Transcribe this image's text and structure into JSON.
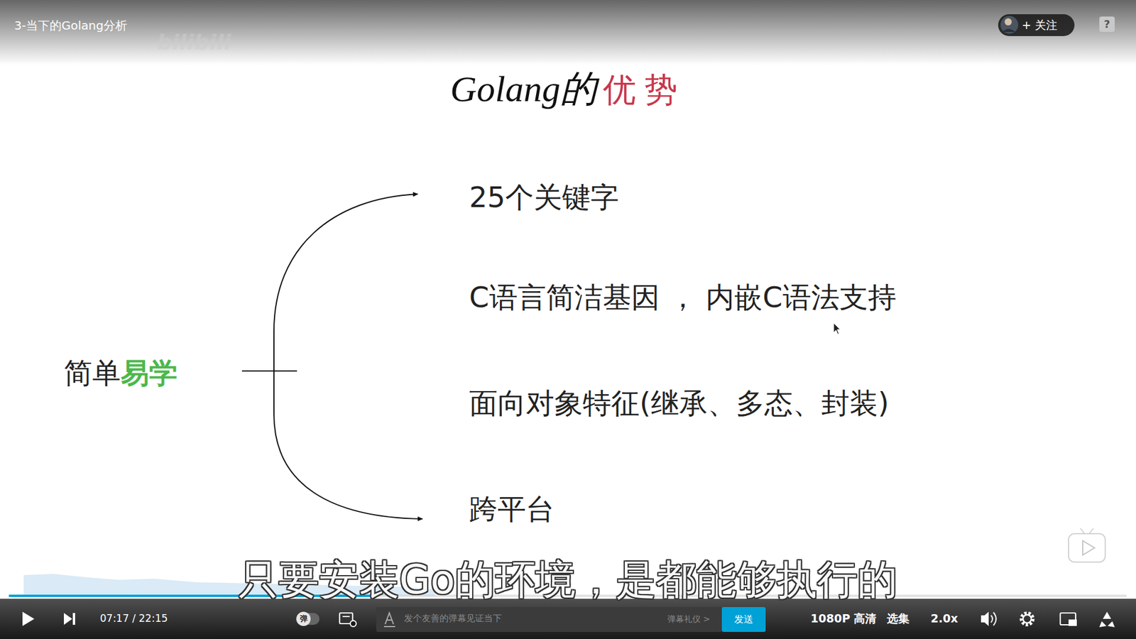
{
  "diagram": {
    "title": "Golang的",
    "labels": [
      "优势",
      "简单",
      "易学",
      "25个关键字",
      "C语言简洁基因 ， 内嵌C语法支持",
      "面向对象特征(继承、多态、封装)",
      "跨平台",
      "3-当下的Golang分析",
      "bilibili",
      "+ 关注",
      "?",
      "只要安装Go的环境，是都能够执行的",
      "07:17 / 22:15",
      "弹",
      "发个友善的弹幕见证当下",
      "弹幕礼仪 >",
      "发送",
      "1080P 高清",
      "选集",
      "2.0x"
    ]
  }
}
